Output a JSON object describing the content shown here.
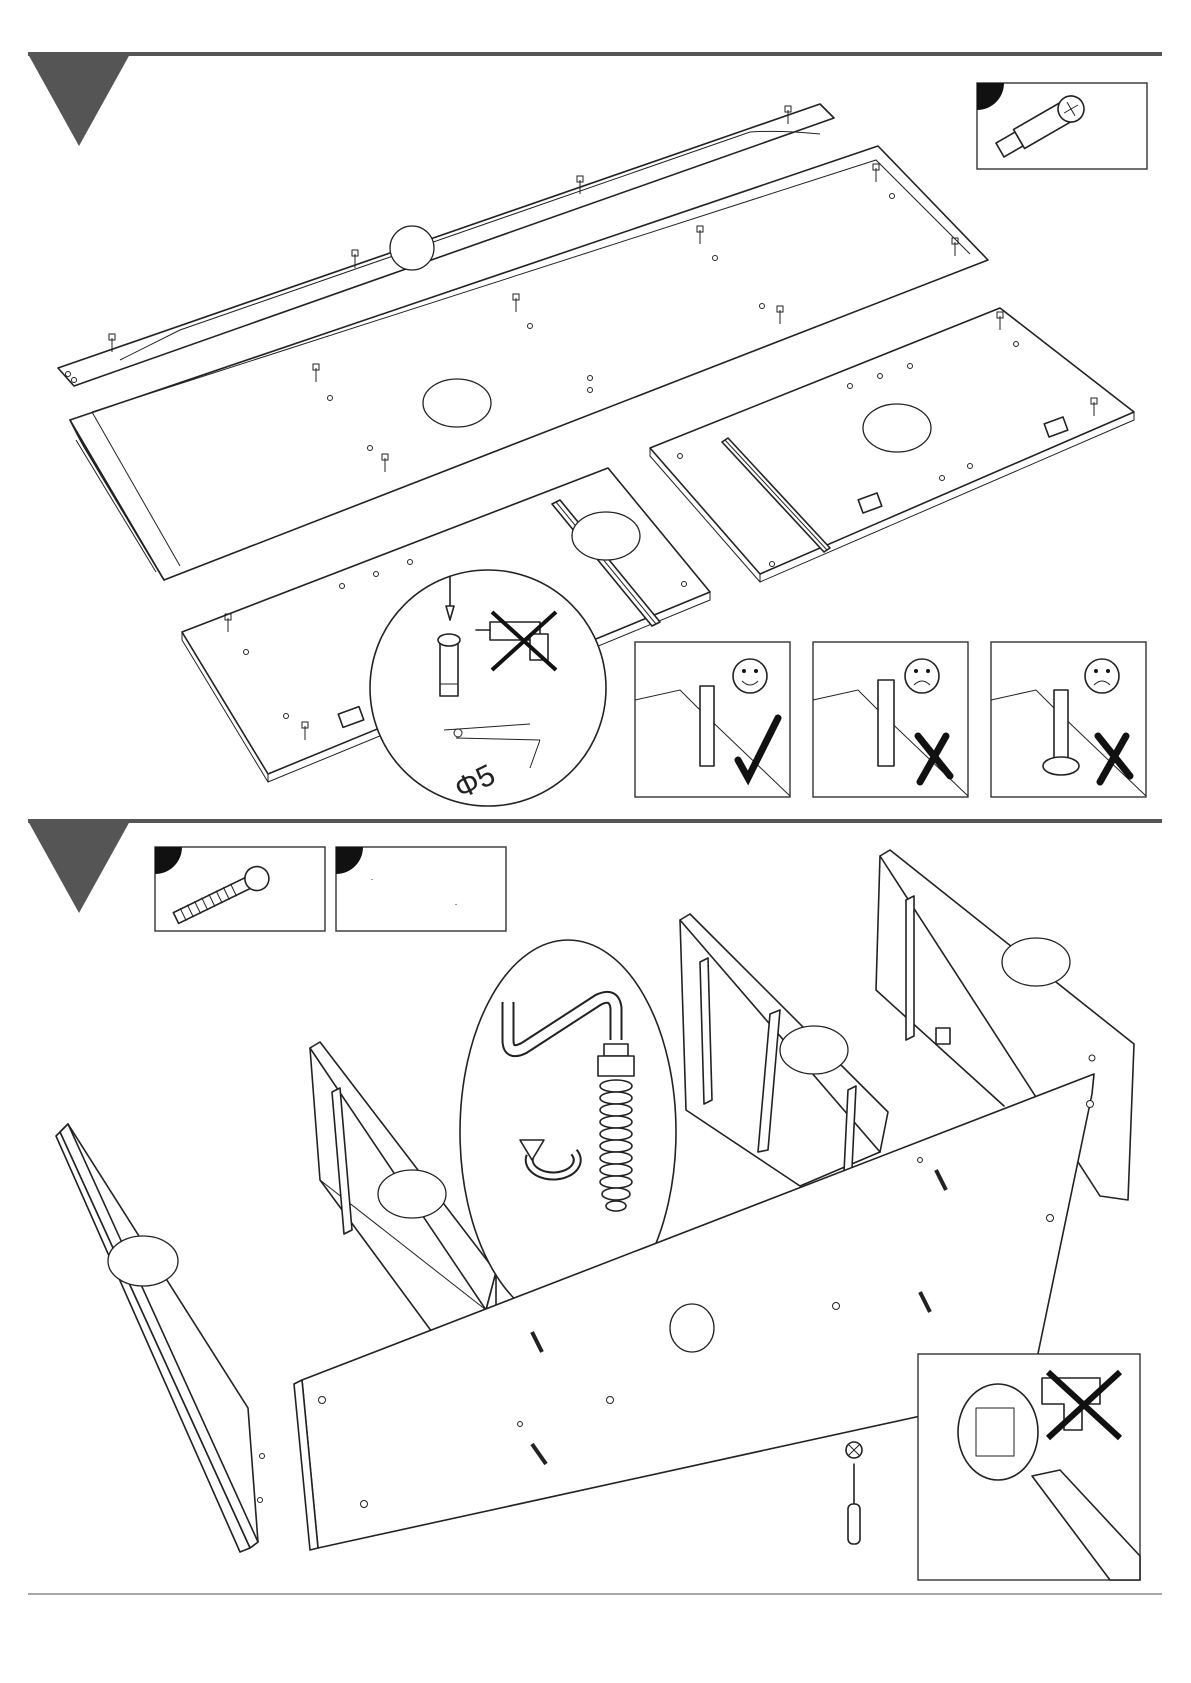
{
  "page": {
    "background": "#ffffff",
    "accent": "#555555"
  },
  "steps": [
    {
      "number": "",
      "icon": "triangle-step-marker",
      "parts": [
        {
          "icon": "cam-dowel-icon",
          "label": ""
        }
      ],
      "detail_callout": {
        "icon": "screwdriver-no-drill-icon",
        "dimension_text": "Φ5"
      },
      "checks": [
        {
          "face": "smile-icon",
          "mark": "check-mark-icon",
          "result": "correct"
        },
        {
          "face": "frown-icon",
          "mark": "cross-mark-icon",
          "result": "incorrect"
        },
        {
          "face": "frown-icon",
          "mark": "cross-mark-icon",
          "result": "incorrect"
        }
      ]
    },
    {
      "number": "",
      "icon": "triangle-step-marker",
      "parts": [
        {
          "icon": "confirmat-screw-icon",
          "label": ""
        },
        {
          "icon": "hex-key-icon",
          "label": ""
        }
      ],
      "detail_callout": {
        "icon": "hex-key-turn-icon"
      },
      "warning": {
        "icon": "no-drill-screwdriver-icon"
      }
    }
  ],
  "part_labels": [
    "",
    "",
    "",
    "",
    "",
    "",
    "",
    "",
    "",
    ""
  ]
}
